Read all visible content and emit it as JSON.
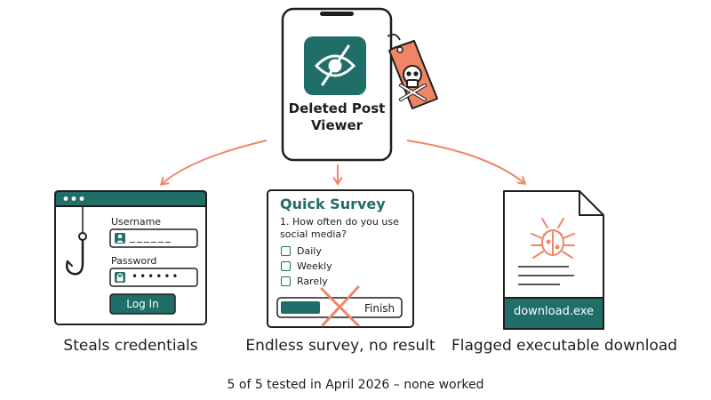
{
  "app": {
    "name_line1": "Deleted Post",
    "name_line2": "Viewer"
  },
  "panels": {
    "login": {
      "username_label": "Username",
      "password_label": "Password",
      "username_value": "______",
      "password_value": "••••••",
      "button_label": "Log In",
      "caption": "Steals credentials"
    },
    "survey": {
      "title": "Quick Survey",
      "question": "1. How often do you use social media?",
      "options": [
        "Daily",
        "Weekly",
        "Rarely"
      ],
      "finish_label": "Finish",
      "caption": "Endless survey, no result"
    },
    "download": {
      "filename": "download.exe",
      "caption": "Flagged executable download"
    }
  },
  "footer": "5 of 5 tested in April 2026 – none worked",
  "colors": {
    "teal": "#1f6e68",
    "coral": "#f08566",
    "ink": "#1e1e1e"
  },
  "icons": [
    "eye-slash-icon",
    "skull-crossbones-icon",
    "fishing-hook-icon",
    "user-icon",
    "lock-icon",
    "bug-icon",
    "x-mark-icon"
  ]
}
